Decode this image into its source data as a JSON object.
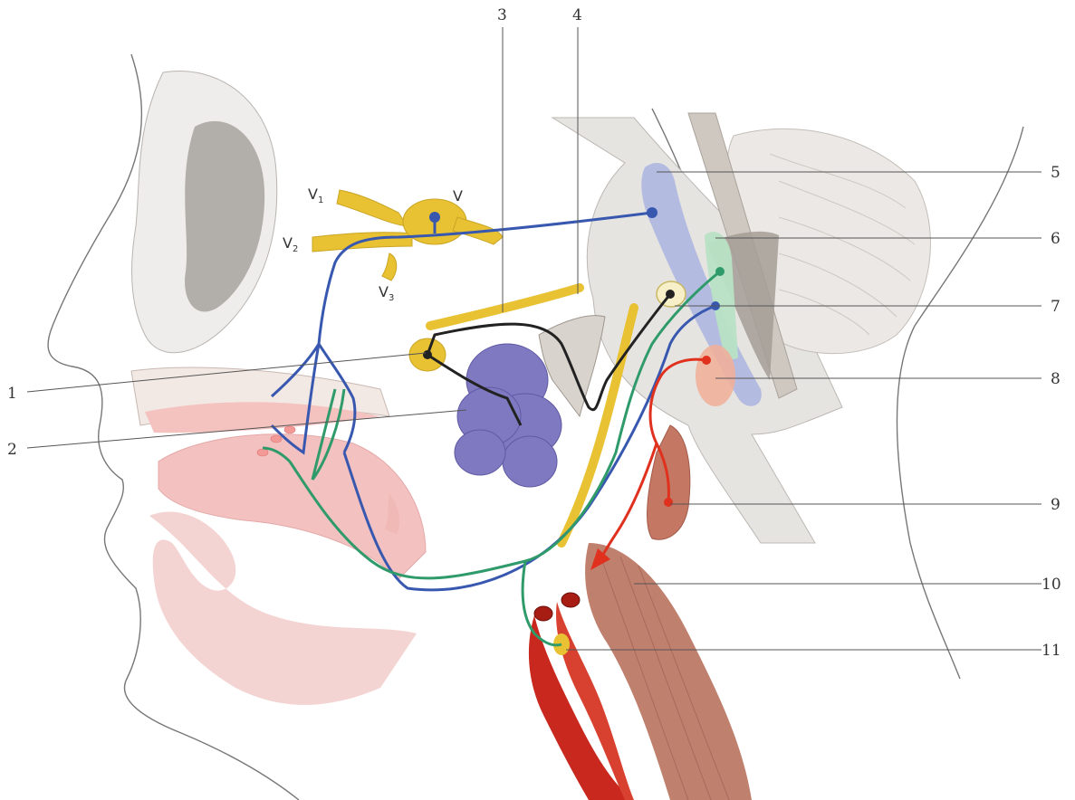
{
  "labels": {
    "n1": "1",
    "n2": "2",
    "n3": "3",
    "n4": "4",
    "n5": "5",
    "n6": "6",
    "n7": "7",
    "n8": "8",
    "n9": "9",
    "n10": "10",
    "n11": "11",
    "v1_main": "V",
    "v1_sub": "1",
    "v2_main": "V",
    "v2_sub": "2",
    "v3_main": "V",
    "v3_sub": "3",
    "v_main": "V"
  },
  "colors": {
    "nerve_yellow": "#e8c233",
    "pathway_blue": "#3858b0",
    "pathway_green": "#2f9a6a",
    "pathway_red": "#e0301e",
    "pathway_black": "#222222",
    "gland_purple": "#7e79c0",
    "skin_pink": "#f2c7c4",
    "artery_red": "#c8281d",
    "muscle_brown": "#b46a55",
    "brainstem_gray": "#e6e4e1",
    "nucleus_blue": "#aeb6e0",
    "nucleus_green": "#b8e2c4",
    "nucleus_orange": "#f0b09b"
  }
}
